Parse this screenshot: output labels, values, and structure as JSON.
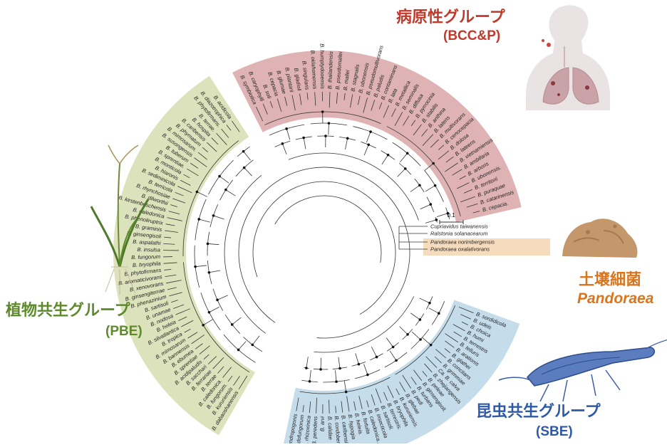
{
  "groups": {
    "bcc": {
      "title": "病原性グループ",
      "code": "(BCC&P)",
      "color": "#c0392b",
      "fill": "#dfb3b3"
    },
    "pbe": {
      "title": "植物共生グループ",
      "code": "(PBE)",
      "color": "#5e8a2c",
      "fill": "#dce3bc"
    },
    "sbe": {
      "title": "昆虫共生グループ",
      "code": "(SBE)",
      "color": "#2e5aa6",
      "fill": "#c5dceb"
    },
    "soil": {
      "title": "土壌細菌",
      "genus": "Pandoraea",
      "color": "#d9751c",
      "fill": "#f6dcbc"
    }
  },
  "scale_label": "0.1",
  "outgroup": [
    "Cupriavidus taiwanensis",
    "Ralstonia solanacearum",
    "Pandoraea norimbergensis",
    "Pandoraea oxalativorans"
  ],
  "icons": [
    "lungs-icon",
    "rice-plant-icon",
    "soil-mound-icon",
    "stinkbug-icon"
  ],
  "tips": {
    "bcc": [
      "B. symbiotica",
      "B. caryophylli",
      "B. soli",
      "B. cepacia",
      "B. glumae",
      "B. plantarii",
      "B. gladioli",
      "B. singularis",
      "B. oklahomensis",
      "B. humptydooensis",
      "B. thailandensis",
      "B. pseudomallei",
      "B. mallei",
      "B. stagnalis",
      "B. ubonensis",
      "B. pseudomultivorans",
      "B. paludis",
      "B. contaminans",
      "B. lata",
      "B. metallica",
      "B. seminalis",
      "B. diffusa",
      "B. pyrrocinia",
      "B. stabilis",
      "B. anthina",
      "B. latens",
      "B. multivorans",
      "B. cenocepacia",
      "B. dolosa",
      "B. lateens",
      "B. vietnamiensis",
      "B. ambifaria",
      "B. arboris",
      "B. ubonensis.",
      "B. territorii",
      "B. puraquae",
      "B. catarinensis",
      "B. cepacia."
    ],
    "pbe": [
      "B. dabaoshanensis",
      "B. kururiensis",
      "B. fungorum.",
      "B. caledonica.",
      "B. terrae",
      "B. ferrariae",
      "B. sacchari",
      "B. acidipaludis",
      "B. sprentiae",
      "B. ebumea",
      "B. bannensis",
      "B. mimosarum",
      "B. tropica",
      "B. silvatlantica",
      "B. heleia",
      "B. nodosa",
      "B. unamae",
      "B. sartisoli",
      "B. phenazinium",
      "B. ginsengiterrae",
      "B. xenovorans",
      "B. aromaticivorans",
      "B. phytofirmans",
      "B. bryophila",
      "B. fungorum",
      "B. insulsa",
      "B. aspalathi",
      "B. ginsengisoli",
      "B. graminis",
      "B. phenoliruptrix",
      "B. caledonica",
      "B. kirstenboschensis",
      "B. dilworthii",
      "B. rhynchosiae",
      "B. terricola",
      "B. sediminicola",
      "B. hiaronis",
      "B. monticola",
      "B. sprentiae.",
      "B. tuberum",
      "B. susongensis",
      "B. mimosarum.",
      "B. phymatum",
      "B. caribensis",
      "B. hospita",
      "B. terrae.",
      "B. phytofirmans.",
      "B. diazotrophica",
      "B. acidicola"
    ],
    "sbe": [
      "B. sordidicola",
      "B. udeis",
      "B. choica",
      "B. humi",
      "B. terrestris",
      "B. telluris",
      "B. arationis",
      "B. glathei",
      "B. concitans",
      "B. grimmiae",
      "Ca. B. calva",
      "B. zhejiangensis",
      "B. peleae",
      "B. ginsengisoli.",
      "B. turbans",
      "B. pedi",
      "B. glebae",
      "B. kururiensis.",
      "B. bryophila.",
      "B. terrestris.",
      "B. sartisoli.",
      "B. insecticola",
      "B. caledonica..",
      "B. fortuita",
      "B. heleia.",
      "B. hypogia",
      "B. caribensis.",
      "B. cordobensis",
      "B. calidae",
      "B. arvi",
      "B. peredens",
      "B. rhizoxinica",
      "B. endofungorum",
      "B. andropogonis"
    ]
  }
}
